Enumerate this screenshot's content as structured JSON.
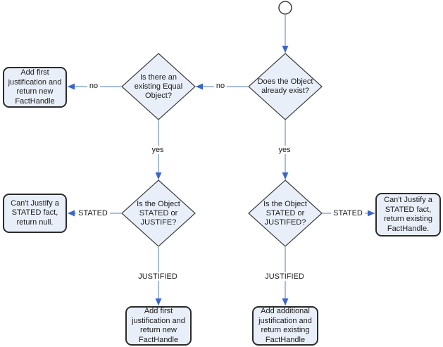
{
  "diagram": {
    "type": "flowchart",
    "colors": {
      "background": "#ffffff",
      "node_fill": "#e9eff9",
      "node_border": "#3c3c3c",
      "box_border": "#2b2b2b",
      "line": "#8aa8d8",
      "arrowhead": "#3a65c8",
      "text": "#1a1a1a"
    },
    "start_node": {
      "id": "start"
    },
    "decisions": [
      {
        "id": "does-exist",
        "label": "Does the Object\nalready exist?"
      },
      {
        "id": "equal-object",
        "label": "Is there an\nexisting Equal\nObject?"
      },
      {
        "id": "stated-or-justife",
        "label": "Is the Object\nSTATED or\nJUSTIFE?"
      },
      {
        "id": "stated-or-justifed",
        "label": "Is the Object\nSTATED or\nJUSTIFED?"
      }
    ],
    "boxes": [
      {
        "id": "add-first-top",
        "label": "Add first\njustification and\nreturn new\nFactHandle"
      },
      {
        "id": "cant-justify-null",
        "label": "Can't Justify a\nSTATED fact,\nreturn null."
      },
      {
        "id": "cant-justify-existing",
        "label": "Can't Justify a\nSTATED fact,\nreturn existing\nFactHandle."
      },
      {
        "id": "add-first-bottom",
        "label": "Add first\njustification and\nreturn new\nFactHandle"
      },
      {
        "id": "add-additional",
        "label": "Add additional\njustification and\nreturn existing\nFactHandle"
      }
    ],
    "edges": [
      {
        "from": "start",
        "to": "does-exist",
        "label": ""
      },
      {
        "from": "does-exist",
        "to": "equal-object",
        "label": "no"
      },
      {
        "from": "equal-object",
        "to": "add-first-top",
        "label": "no"
      },
      {
        "from": "does-exist",
        "to": "stated-or-justifed",
        "label": "yes"
      },
      {
        "from": "equal-object",
        "to": "stated-or-justife",
        "label": "yes"
      },
      {
        "from": "stated-or-justife",
        "to": "cant-justify-null",
        "label": "STATED"
      },
      {
        "from": "stated-or-justifed",
        "to": "cant-justify-existing",
        "label": "STATED"
      },
      {
        "from": "stated-or-justife",
        "to": "add-first-bottom",
        "label": "JUSTIFIED"
      },
      {
        "from": "stated-or-justifed",
        "to": "add-additional",
        "label": "JUSTIFIED"
      }
    ]
  }
}
